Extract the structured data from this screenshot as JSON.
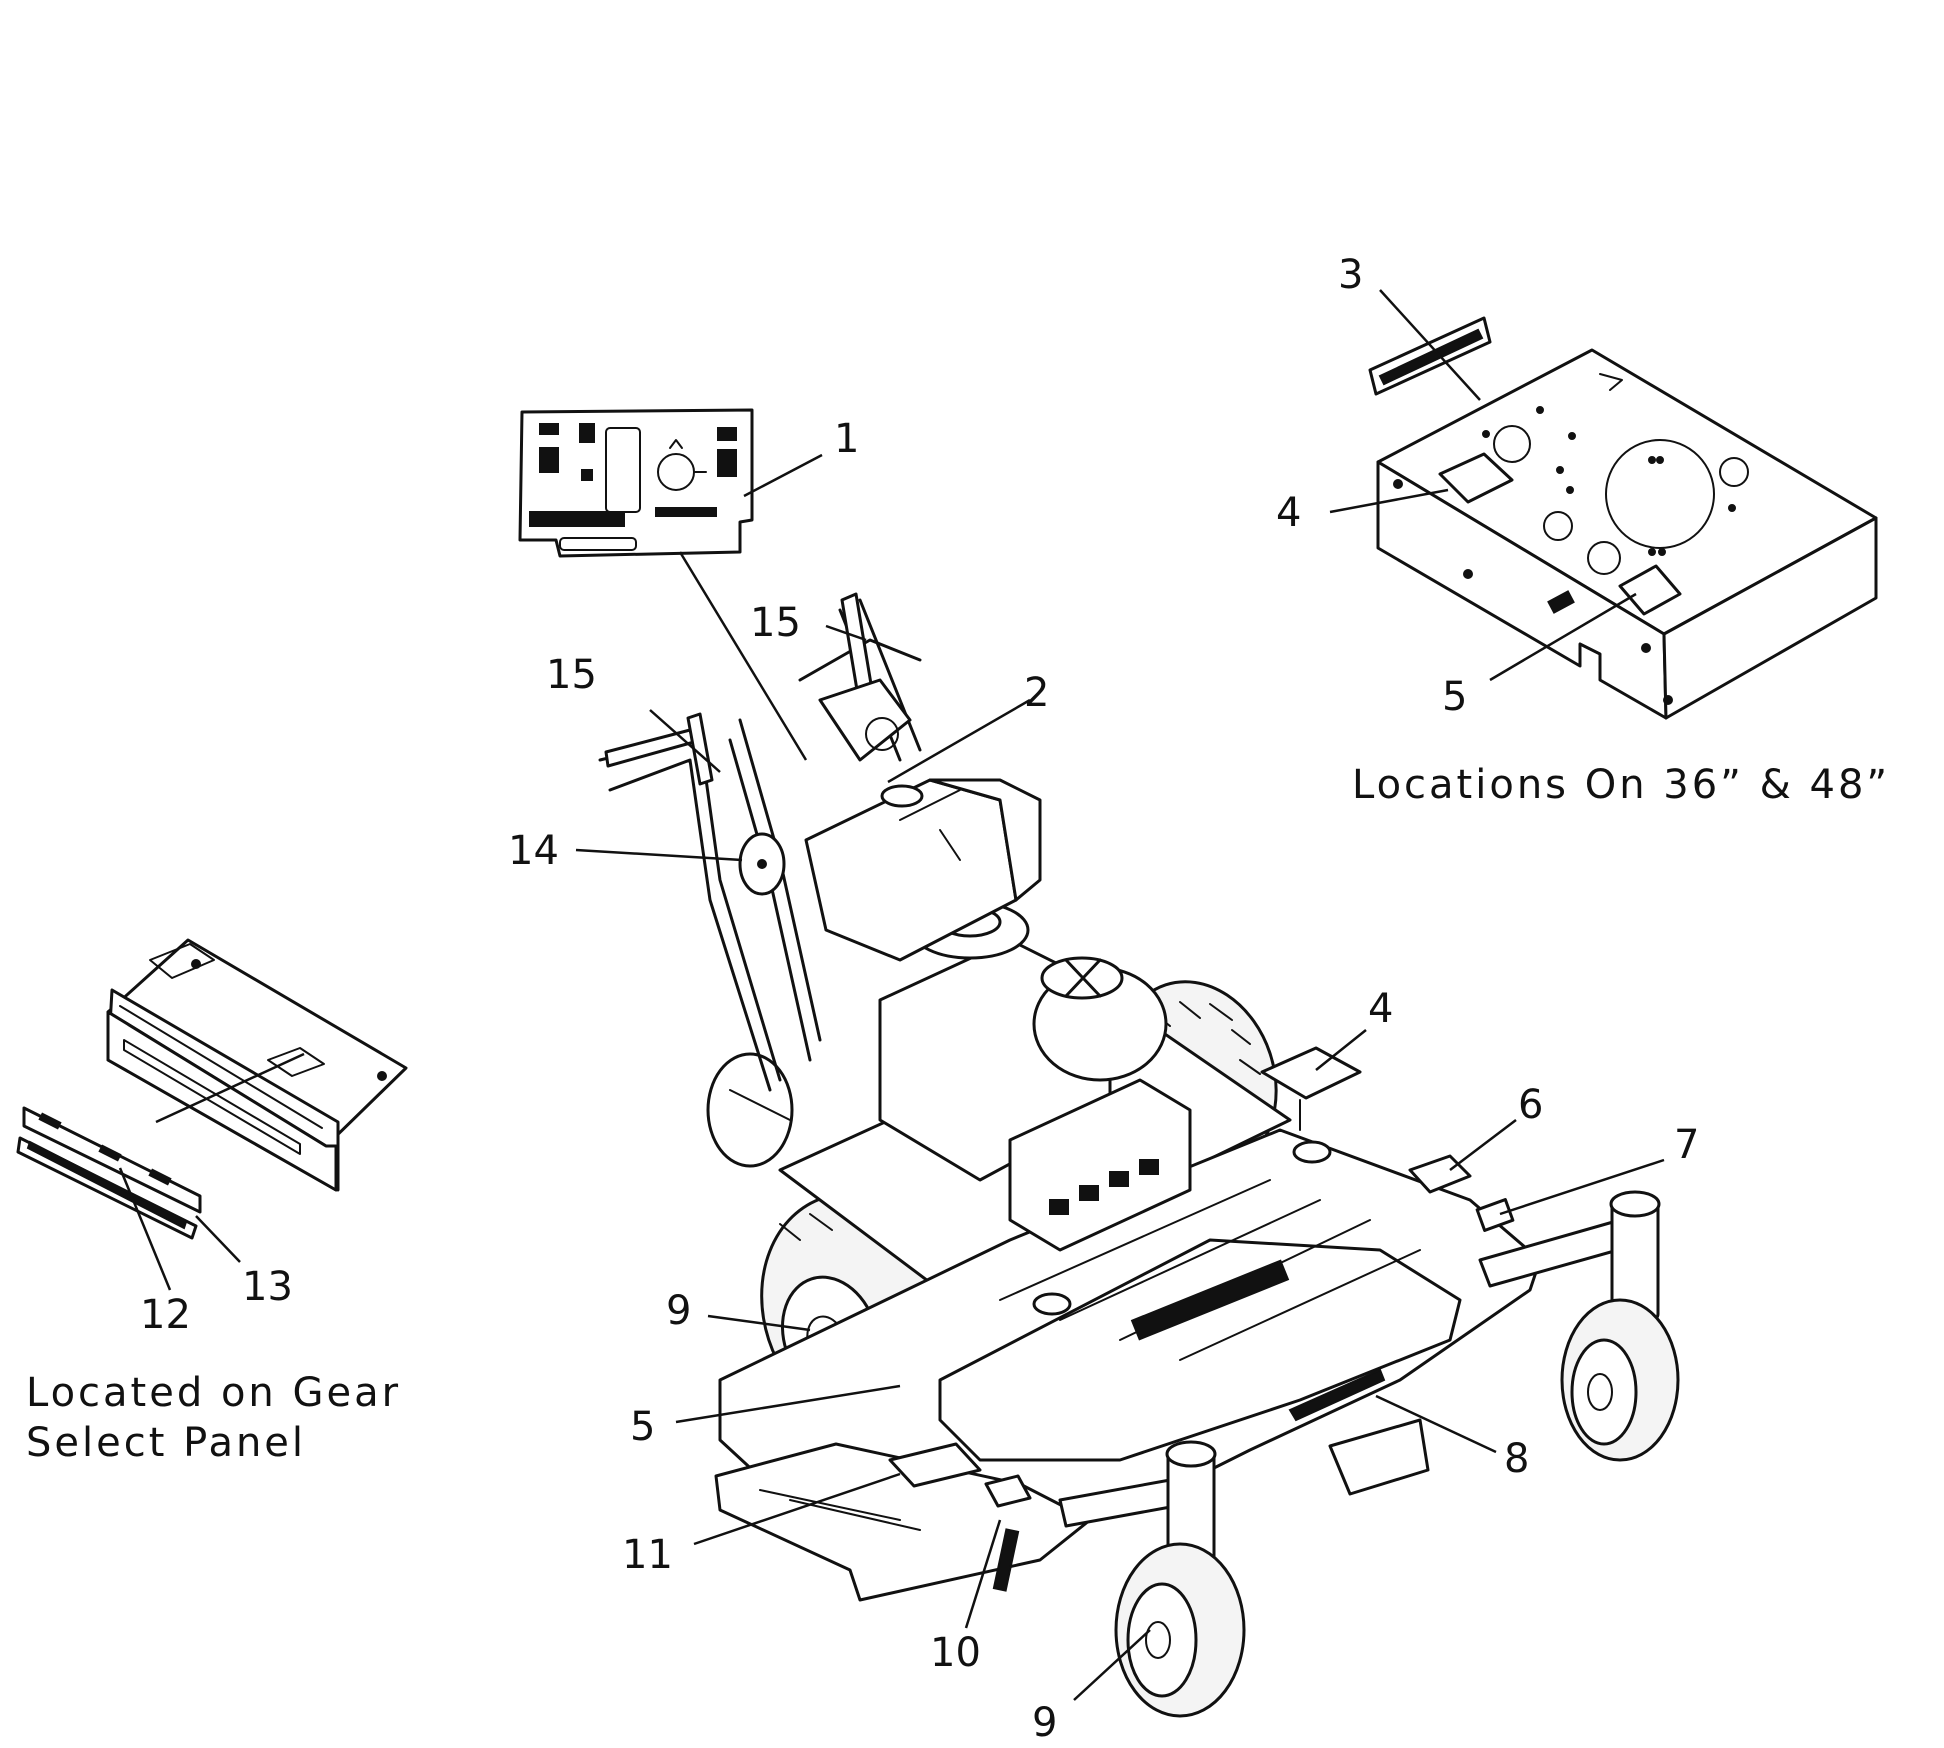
{
  "callouts": {
    "n1": "1",
    "n2": "2",
    "n3": "3",
    "n4a": "4",
    "n4b": "4",
    "n5a": "5",
    "n5b": "5",
    "n6": "6",
    "n7": "7",
    "n8": "8",
    "n9a": "9",
    "n9b": "9",
    "n10": "10",
    "n11": "11",
    "n12": "12",
    "n13": "13",
    "n14": "14",
    "n15a": "15",
    "n15b": "15"
  },
  "captions": {
    "locations_36_48": "Locations On 36” & 48”",
    "gear_panel_line1": "Located on Gear",
    "gear_panel_line2": "Select Panel"
  }
}
